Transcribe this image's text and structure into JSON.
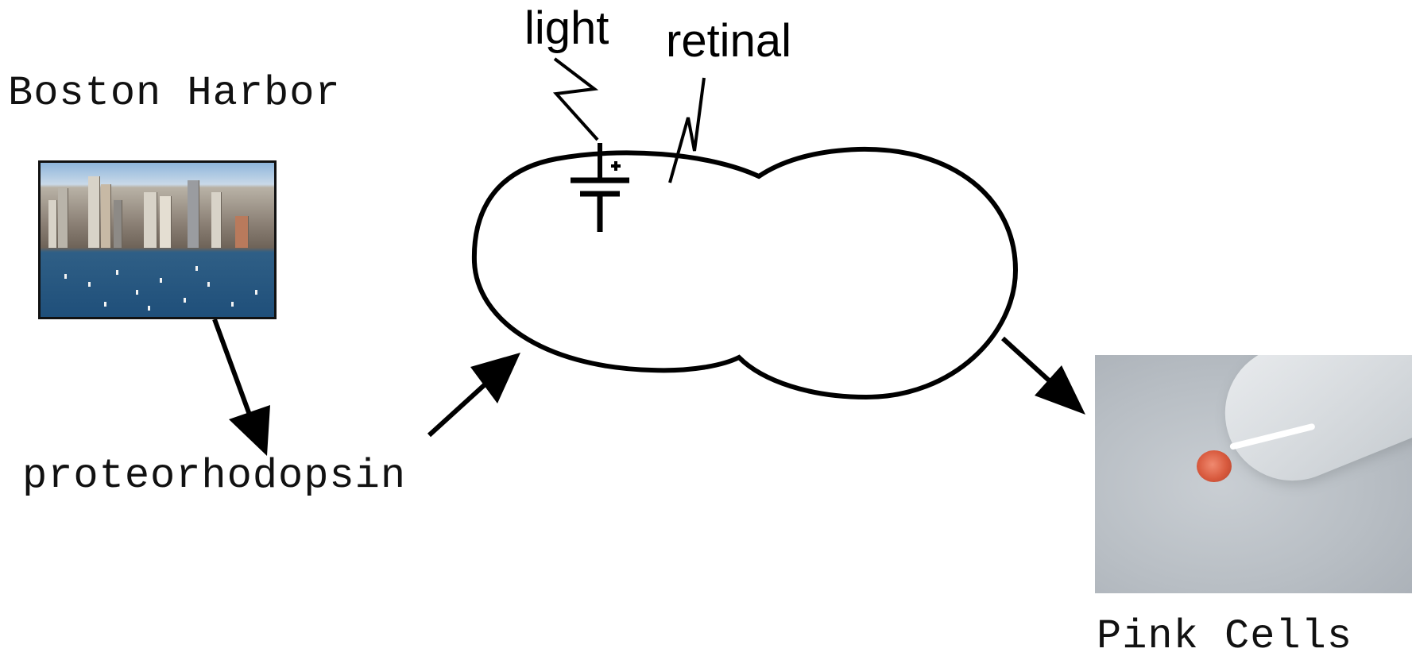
{
  "labels": {
    "boston_harbor": "Boston Harbor",
    "proteorhodopsin": "proteorhodopsin",
    "pink_cells": "Pink Cells",
    "light": "light",
    "retinal": "retinal"
  },
  "colors": {
    "stroke": "#000000",
    "background": "#ffffff",
    "pellet": "#d85a3e"
  }
}
